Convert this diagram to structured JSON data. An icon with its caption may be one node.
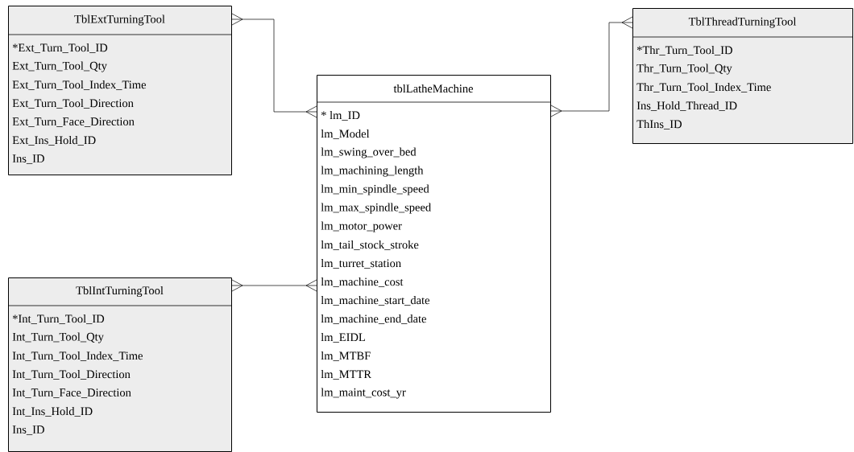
{
  "diagram": {
    "nodes": [
      {
        "text": [
          "TblExtTurningTool",
          "*Ext_Turn_Tool_ID",
          "Ext_Turn_Tool_Qty",
          "Ext_Turn_Tool_Index_Time",
          "Ext_Turn_Tool_Direction",
          "Ext_Turn_Face_Direction",
          "Ext_Ins_Hold_ID",
          "Ins_ID"
        ]
      },
      {
        "text": [
          "TblThreadTurningTool",
          "*Thr_Turn_Tool_ID",
          "Thr_Turn_Tool_Qty",
          "Thr_Turn_Tool_Index_Time",
          "Ins_Hold_Thread_ID",
          "ThIns_ID"
        ]
      },
      {
        "text": [
          "tblLatheMachine",
          "* lm_ID",
          "lm_Model",
          "lm_swing_over_bed",
          "lm_machining_length",
          "lm_min_spindle_speed",
          "lm_max_spindle_speed",
          "lm_motor_power",
          "lm_tail_stock_stroke",
          "lm_turret_station",
          "lm_machine_cost",
          "lm_machine_start_date",
          "lm_machine_end_date",
          "lm_EIDL",
          "lm_MTBF",
          "lm_MTTR",
          "lm_maint_cost_yr"
        ]
      },
      {
        "text": [
          "TblIntTurningTool",
          "*Int_Turn_Tool_ID",
          "Int_Turn_Tool_Qty",
          "Int_Turn_Tool_Index_Time",
          "Int_Turn_Tool_Direction",
          "Int_Turn_Face_Direction",
          "Int_Ins_Hold_ID",
          "Ins_ID"
        ]
      }
    ],
    "edges": [
      {
        "from": 0,
        "to": 2,
        "arrow": "other"
      },
      {
        "from": 1,
        "to": 2,
        "arrow": "other"
      },
      {
        "from": 3,
        "to": 2,
        "arrow": "other"
      }
    ]
  }
}
